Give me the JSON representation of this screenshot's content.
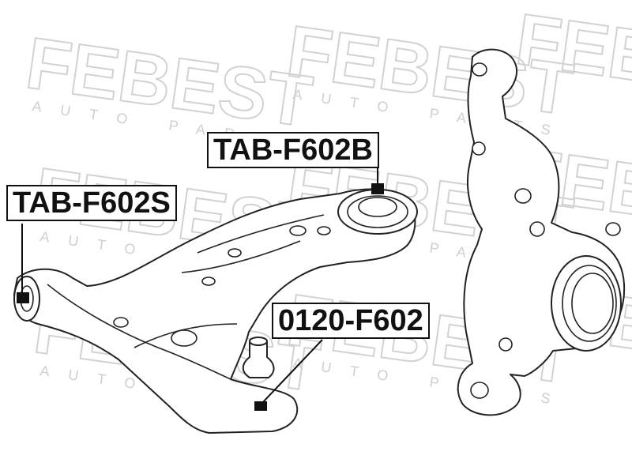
{
  "watermark": {
    "brand": "FEBEST",
    "tagline": "AUTO PARTS"
  },
  "labels": {
    "bushing_rear": "TAB-F602B",
    "bushing_front": "TAB-F602S",
    "ball_joint": "0120-F602"
  },
  "colors": {
    "line": "#222222",
    "watermark": "#d2d2d2",
    "background": "#ffffff"
  }
}
